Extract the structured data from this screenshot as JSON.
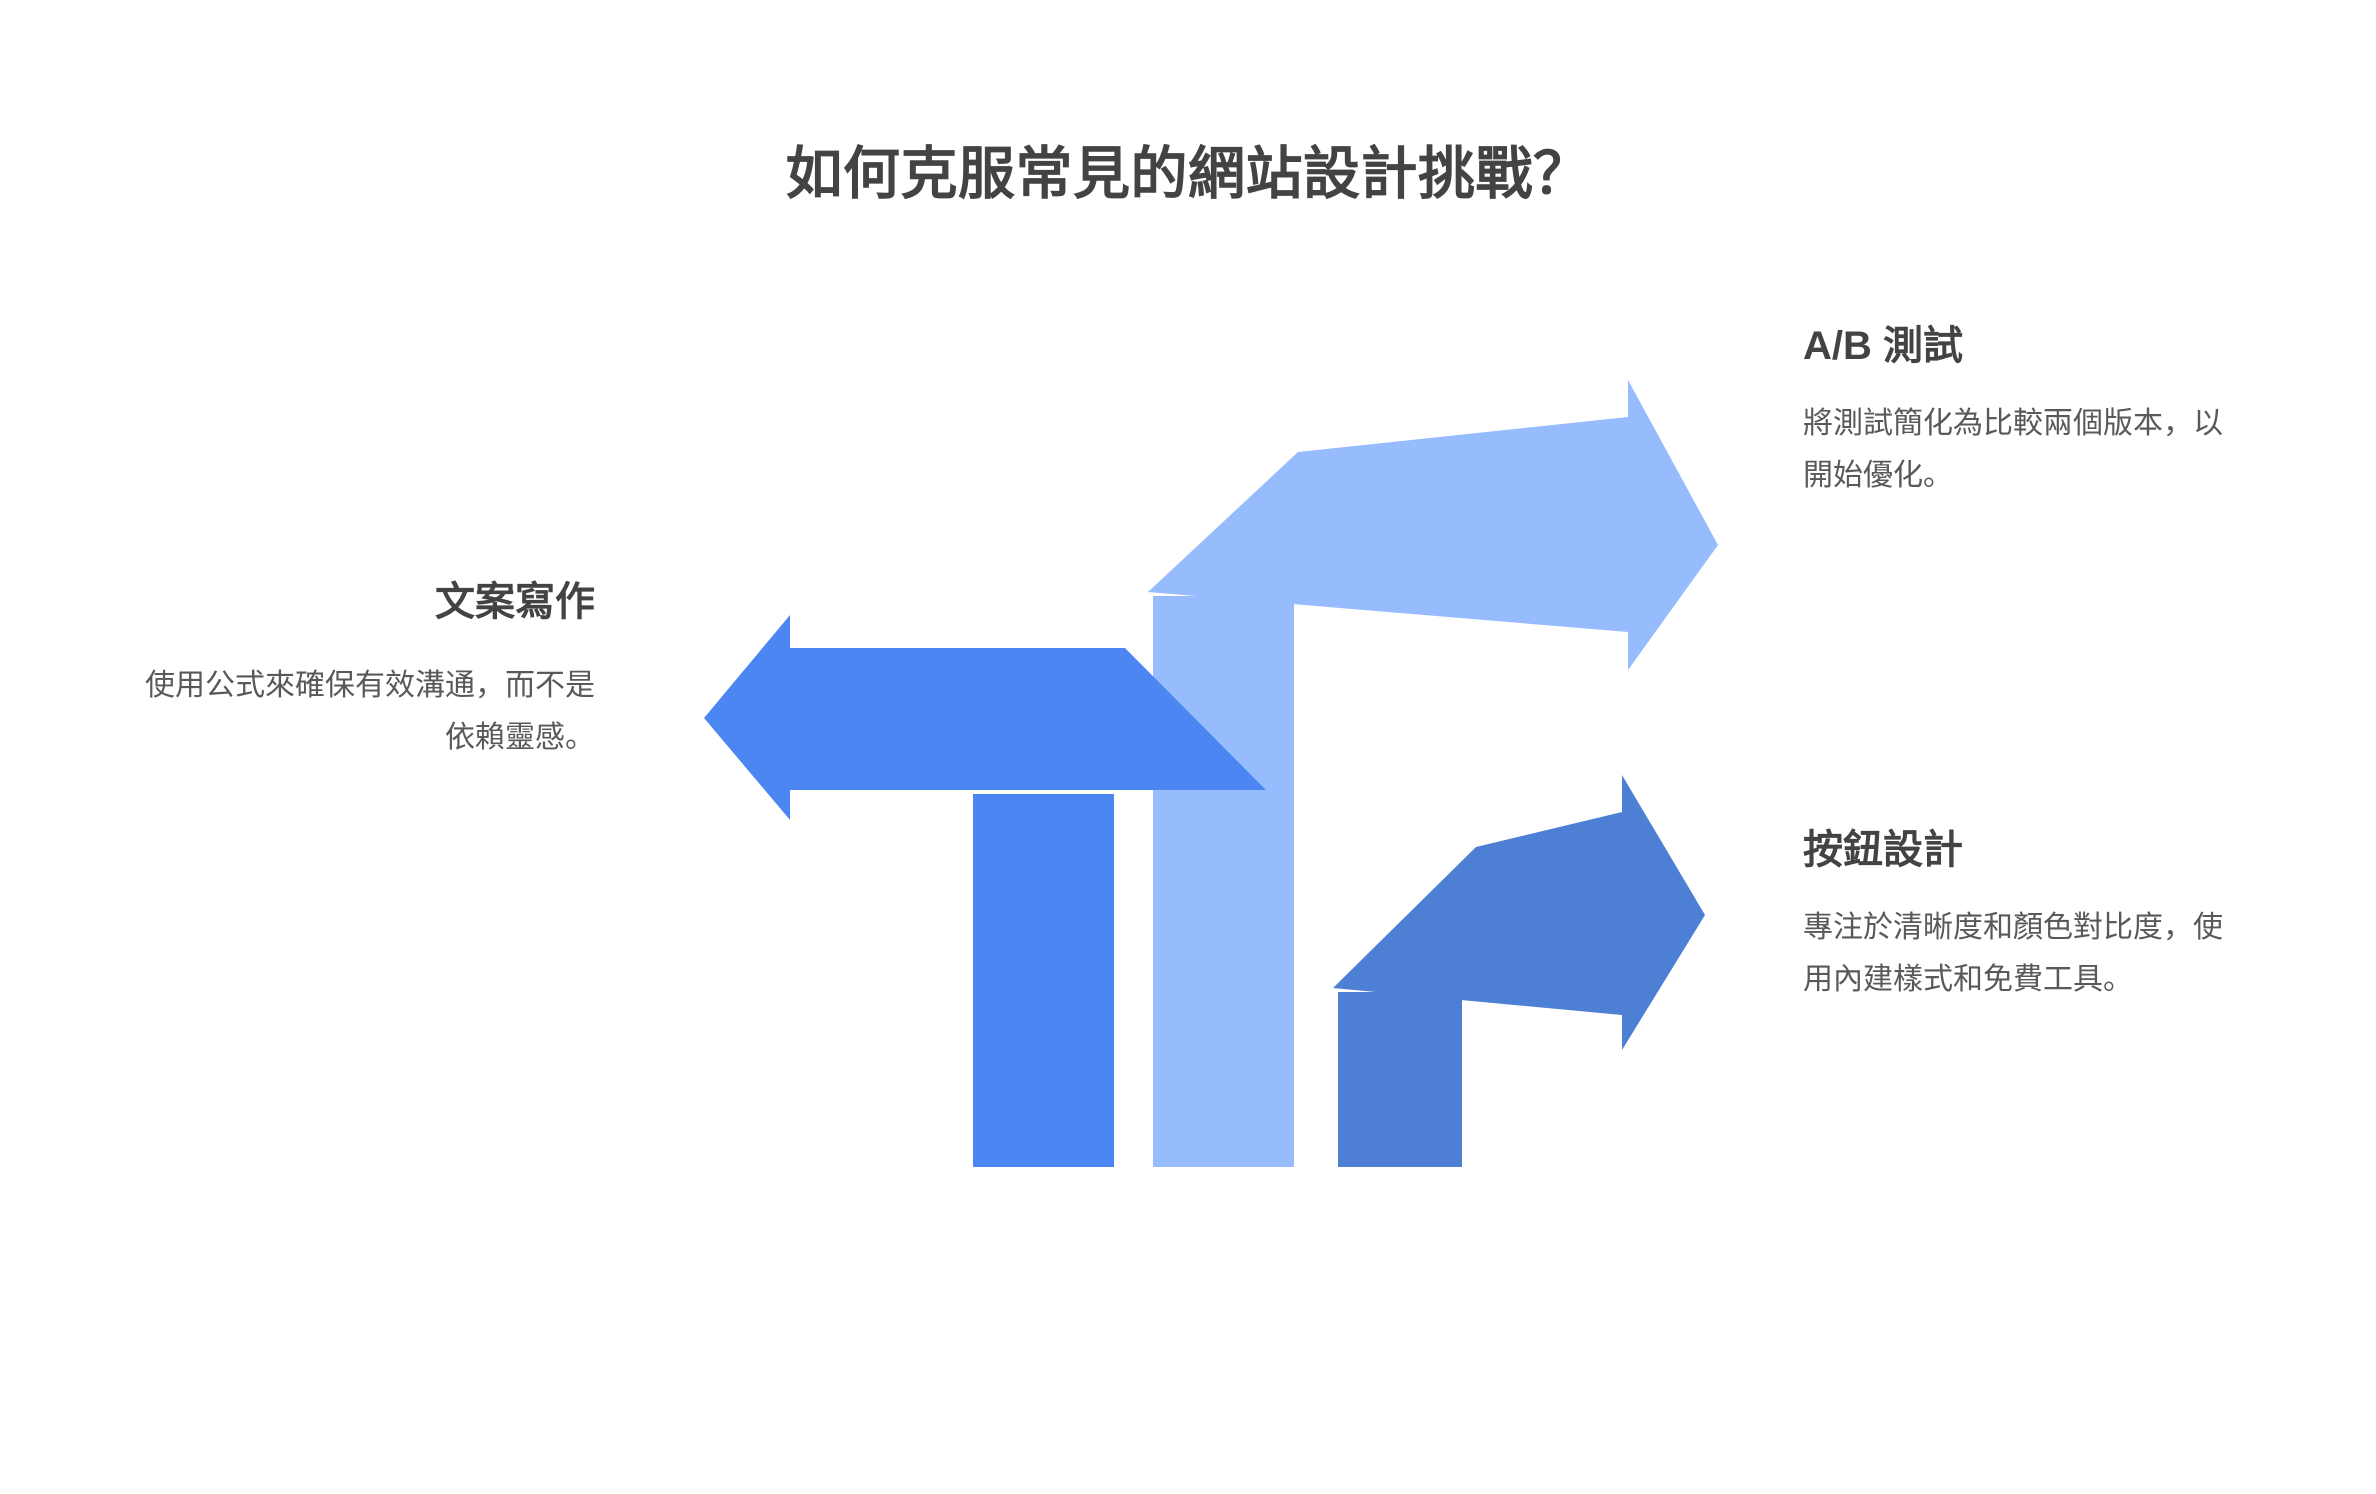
{
  "slide": {
    "title": "如何克服常見的網站設計挑戰？",
    "background_color": "#ffffff",
    "title_color": "#434343",
    "body_color": "#595959"
  },
  "palette": {
    "arrow_left_blue": "#4C86F2",
    "arrow_up_right_light_blue": "#96BCFD",
    "arrow_right_medium_blue": "#4D7FD4"
  },
  "callouts": {
    "copywriting": {
      "heading": "文案寫作",
      "body": "使用公式來確保有效溝通，而不是依賴靈感。",
      "color": "#4C86F2"
    },
    "ab_testing": {
      "heading": "A/B 測試",
      "body": "將測試簡化為比較兩個版本，以開始優化。",
      "color": "#96BCFD"
    },
    "button_design": {
      "heading": "按鈕設計",
      "body": "專注於清晰度和顏色對比度，使用內建樣式和免費工具。",
      "color": "#4D7FD4"
    }
  },
  "chart_data": {
    "type": "diagram",
    "title": "如何克服常見的網站設計挑戰？",
    "description": "Three bent arrows rising from a common baseline, each pointing to a labelled text block.",
    "elements": [
      {
        "name": "copywriting-arrow",
        "direction": "left",
        "color": "#4C86F2",
        "label": "文案寫作",
        "text": "使用公式來確保有效溝通，而不是依賴靈感。"
      },
      {
        "name": "ab-testing-arrow",
        "direction": "right",
        "color": "#96BCFD",
        "label": "A/B 測試",
        "text": "將測試簡化為比較兩個版本，以開始優化。"
      },
      {
        "name": "button-design-arrow",
        "direction": "right",
        "color": "#4D7FD4",
        "label": "按鈕設計",
        "text": "專注於清晰度和顏色對比度，使用內建樣式和免費工具。"
      }
    ]
  }
}
